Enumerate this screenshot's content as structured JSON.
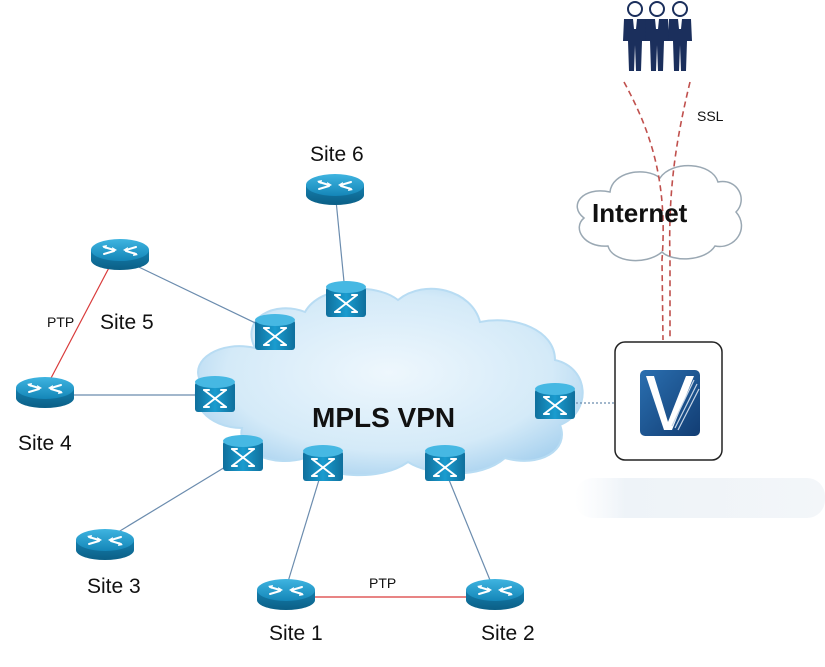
{
  "cloud": {
    "label": "MPLS VPN",
    "color": "#cfe6f7"
  },
  "internet": {
    "label": "Internet"
  },
  "links": {
    "ptp_label": "PTP",
    "ssl_label": "SSL"
  },
  "sites": {
    "site1": "Site 1",
    "site2": "Site 2",
    "site3": "Site 3",
    "site4": "Site 4",
    "site5": "Site 5",
    "site6": "Site 6"
  },
  "colors": {
    "router": "#1b8fc0",
    "link": "#6b8cae",
    "ptp": "#d93a3a",
    "ssl": "#c0504d",
    "users": "#1b2f5c",
    "logo": "#1a4f8f"
  },
  "icons": [
    "router-icon",
    "atm-switch-icon",
    "users-icon",
    "vpn-appliance-logo-icon",
    "cloud-icon"
  ]
}
